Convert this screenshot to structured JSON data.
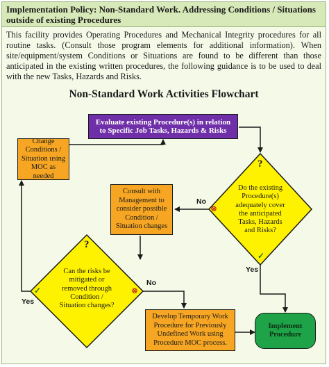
{
  "header": {
    "title": "Implementation Policy: Non-Standard Work. Addressing Conditions / Situations outside of existing Procedures"
  },
  "intro": {
    "text": "This facility provides Operating Procedures and Mechanical Integrity procedures for all routine tasks. (Consult those program elements for additional information). When site/equipment/system Conditions or Situations are found to be different than those anticipated in the existing written procedures, the following guidance is to be used to deal with the new Tasks, Hazards and Risks."
  },
  "flowchart": {
    "title": "Non-Standard Work Activities Flowchart",
    "evaluate": "Evaluate existing Procedure(s) in relation to Specific Job Tasks, Hazards & Risks",
    "change_conditions": "Change Conditions / Situation using MOC as needed",
    "consult": "Consult with Management to consider possible Condition / Situation changes",
    "decision_adequate": "Do the existing Procedure(s) adequately cover the anticipated Tasks, Hazards and Risks?",
    "decision_mitigate": "Can the risks be mitigated or removed through Condition / Situation changes?",
    "develop": "Develop Temporary Work Procedure for Previously Undefined Work using Procedure MOC process.",
    "implement": "Implement Procedure",
    "label_no_1": "No",
    "label_yes_1": "Yes",
    "label_no_2": "No",
    "label_yes_2": "Yes",
    "question_mark": "?",
    "check_mark": "✓",
    "cross_mark": "⊗"
  },
  "colors": {
    "header_bg": "#d7e9b8",
    "page_bg": "#f4f9e8",
    "process_box": "#f6a623",
    "start_box": "#6f2fa8",
    "decision": "#fff200",
    "end_box": "#1ea348"
  }
}
